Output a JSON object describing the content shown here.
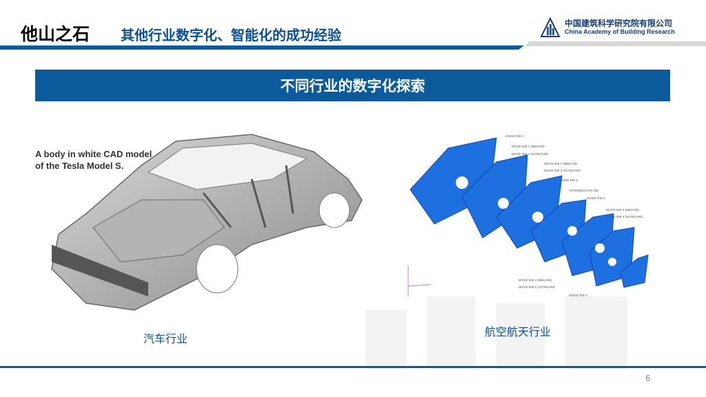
{
  "header": {
    "title": "他山之石",
    "subtitle": "其他行业数字化、智能化的成功经验"
  },
  "logo": {
    "name_cn": "中国建筑科学研究院有限公司",
    "name_en": "China Academy of Building Research"
  },
  "banner": {
    "text": "不同行业的数字化探索"
  },
  "left_panel": {
    "image_caption_line1": "A body in white CAD model",
    "image_caption_line2": "of the Tesla Model S.",
    "label": "汽车行业"
  },
  "right_panel": {
    "label": "航空航天行业",
    "rib_labels": [
      "HINGE RIB 1",
      "DRIVE RIB 1 INBOARD",
      "DRIVE RIB 1 OUTBOARD",
      "DRIVE RIB 2 INBOARD",
      "DRIVE RIB 2 OUTBOARD",
      "HINGE RIB 2",
      "INTERMEDIATE RIB",
      "HINGE RIB 3",
      "DRIVE RIB 3 INBOARD",
      "DRIVE RIB 3 OUTBOARD",
      "DRIVE RIB 4 INBOARD",
      "DRIVE RIB 4 OUTBOARD",
      "HINGE RIB 4"
    ]
  },
  "footer": {
    "page_number": "6"
  },
  "colors": {
    "brand_blue": "#0a5a9c",
    "rib_blue": "#1e6fe0"
  }
}
